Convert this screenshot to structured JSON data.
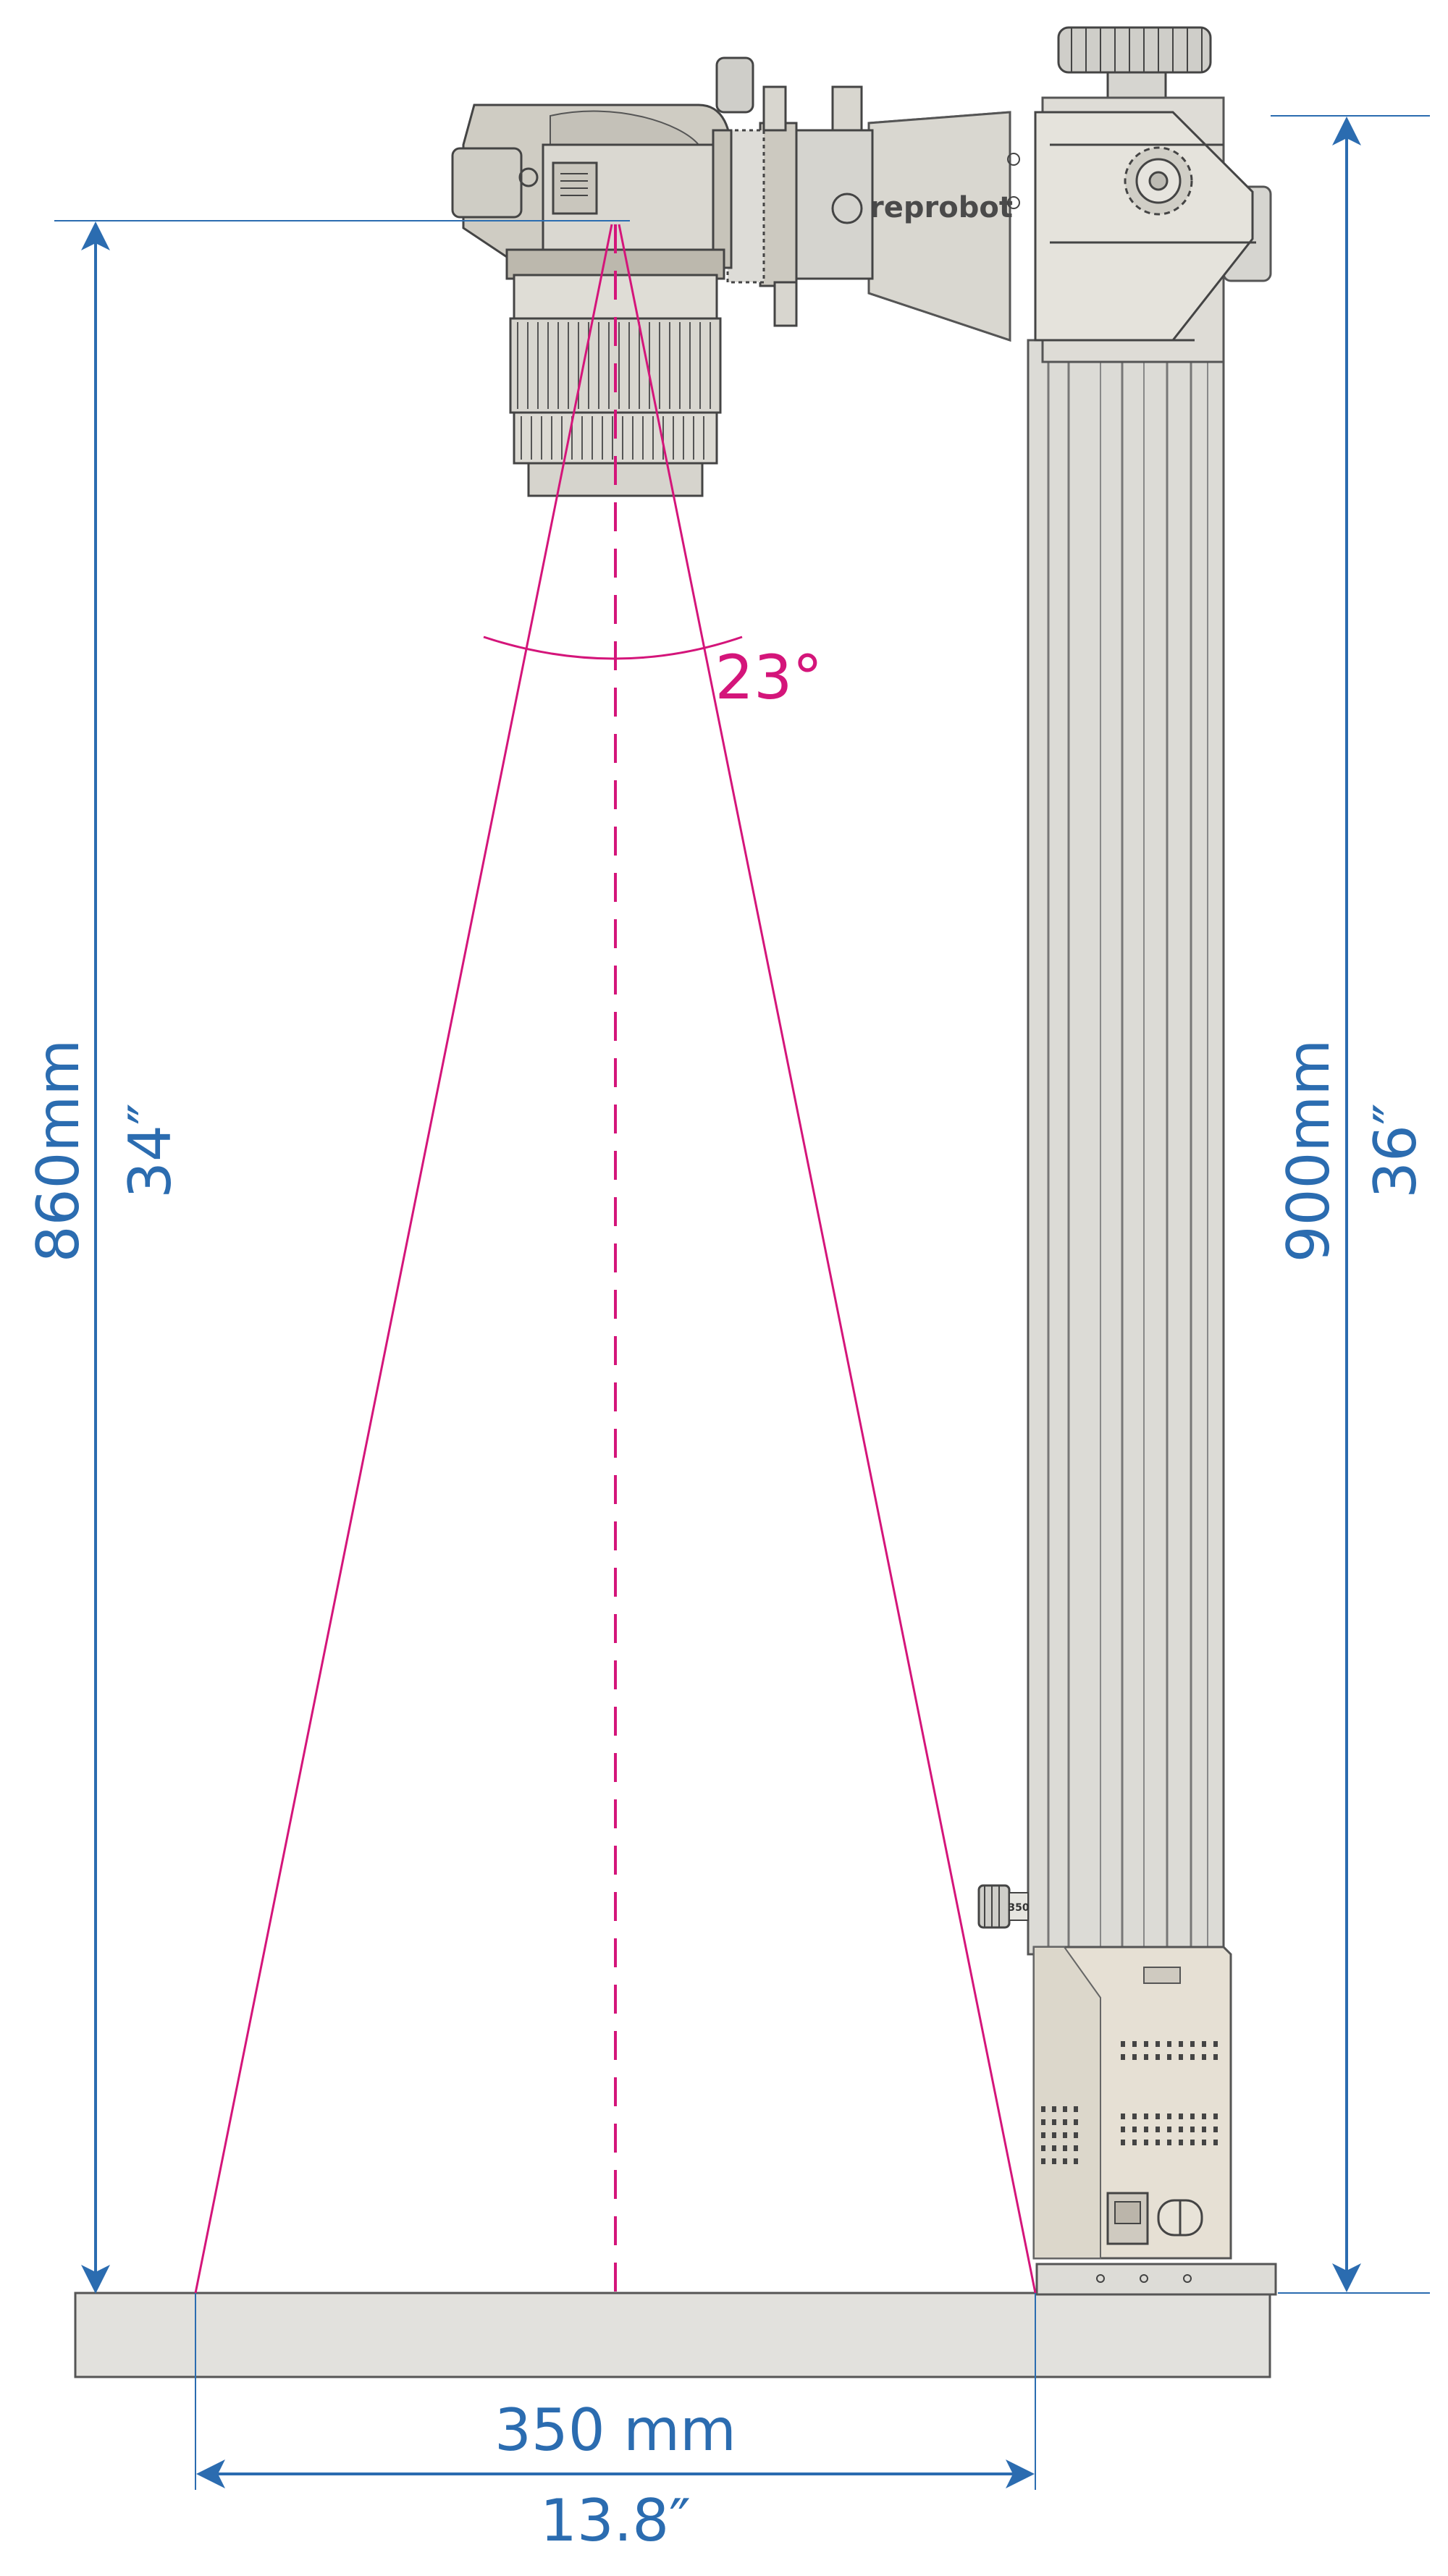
{
  "brand": "reprobot",
  "camera_height": {
    "metric": "860mm",
    "imperial": "34″"
  },
  "column_height": {
    "metric": "900mm",
    "imperial": "36″"
  },
  "field_width": {
    "metric": "350 mm",
    "imperial": "13.8″"
  },
  "view_angle": "23°",
  "column_label": "350",
  "colors": {
    "dimension": "#2b6cb0",
    "angle": "#d4157a",
    "metal": "#d9d8d3",
    "base": "#e2e1dd"
  }
}
